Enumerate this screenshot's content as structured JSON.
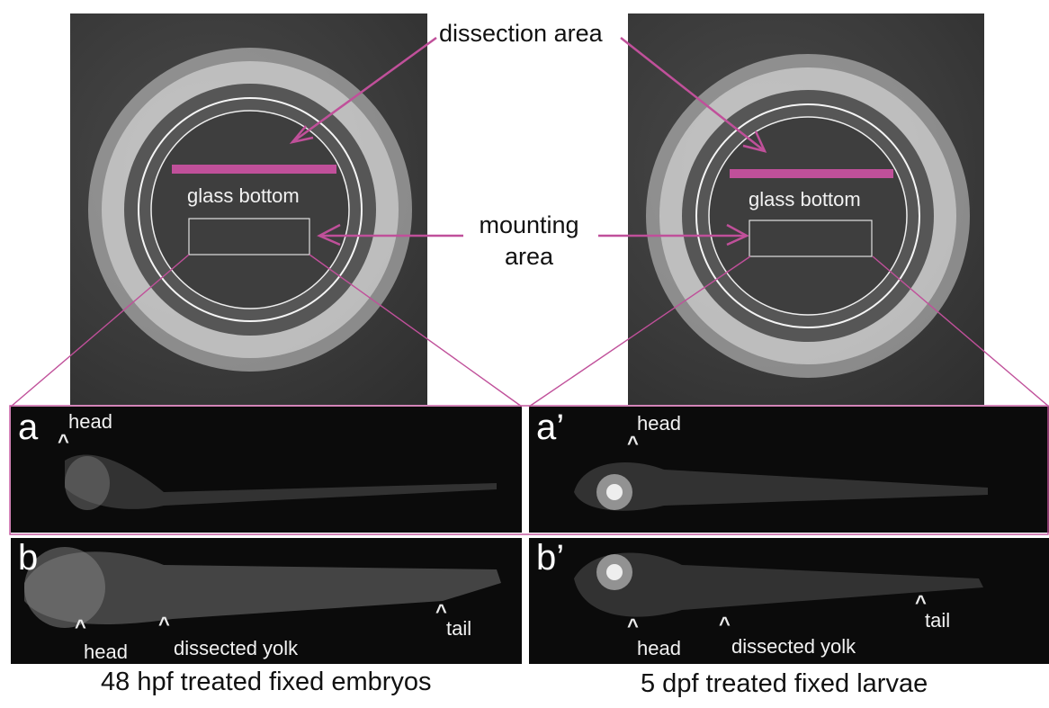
{
  "top_annotations": {
    "dissection_area": "dissection area",
    "mounting_area_line1": "mounting",
    "mounting_area_line2": "area"
  },
  "dish_label_left": "glass bottom",
  "dish_label_right": "glass bottom",
  "panels": {
    "a": {
      "letter": "a",
      "labels": {
        "head": "head"
      }
    },
    "a_prime": {
      "letter": "a’",
      "labels": {
        "head": "head"
      }
    },
    "b": {
      "letter": "b",
      "labels": {
        "head": "head",
        "yolk": "dissected yolk",
        "tail": "tail"
      }
    },
    "b_prime": {
      "letter": "b’",
      "labels": {
        "head": "head",
        "yolk": "dissected yolk",
        "tail": "tail"
      }
    }
  },
  "captions": {
    "left": "48 hpf treated fixed embryos",
    "right": "5 dpf treated fixed larvae"
  },
  "colors": {
    "accent": "#c0509a",
    "photo_bg": "#3c3c3c",
    "micro_bg": "#0b0b0b"
  }
}
